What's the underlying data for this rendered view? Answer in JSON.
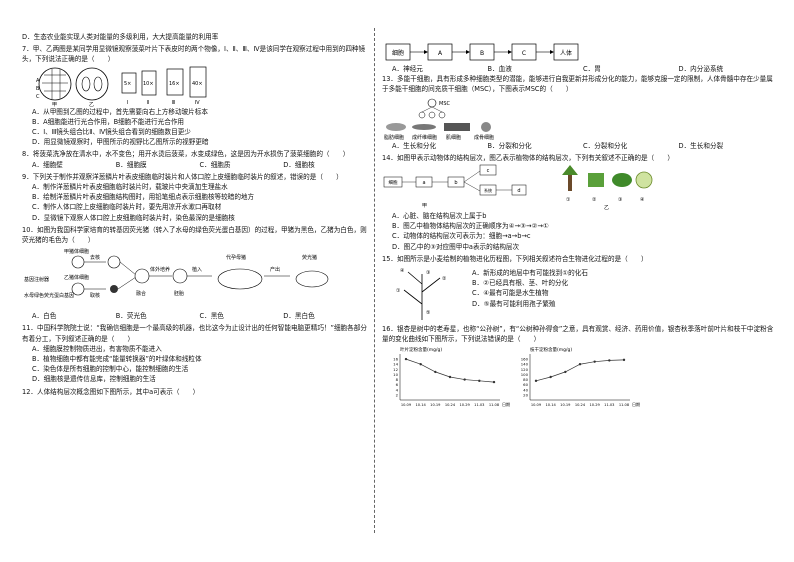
{
  "left": {
    "q6d": "D．生态农业能实现人类对能量的多级利用，大大提高能量的利用率",
    "q7": {
      "stem": "7．甲、乙两图是某同学用显微镜观察菠菜叶片下表皮时的两个物像，Ⅰ、Ⅱ、Ⅲ、Ⅳ是该同学在观察过程中用到的四种镜头，下列说法正确的是（　　）",
      "fig_labels": {
        "jia": "甲",
        "yi": "乙",
        "A": "A",
        "B": "B",
        "C": "C",
        "l1": "5×",
        "l2": "10×",
        "l3": "16×",
        "l4": "40×",
        "r1": "Ⅰ",
        "r2": "Ⅱ",
        "r3": "Ⅲ",
        "r4": "Ⅳ"
      },
      "options": [
        "A．从甲图到乙图的过程中，首先需要向右上方移动玻片标本",
        "B．A细胞能进行光合作用，B细胞不能进行光合作用",
        "C．Ⅰ、Ⅲ镜头组合比Ⅱ、Ⅳ镜头组合看到的细胞数目更少",
        "D．用显微镜观察时，甲图所示的视野比乙图所示的视野更暗"
      ]
    },
    "q8": {
      "stem": "8．将菠菜洗净放在清水中，水不变色；用开水烫后菠菜，水变成绿色，这是因为开水损伤了菠菜细胞的（　　）",
      "options": [
        "A．细胞壁",
        "B．细胞膜",
        "C．细胞质",
        "D．细胞核"
      ]
    },
    "q9": {
      "stem": "9．下列关于制作并观察洋葱鳞片叶表皮细胞临时装片和人体口腔上皮细胞临时装片的叙述，错误的是（　　）",
      "options": [
        "A．制作洋葱鳞片叶表皮细胞临时装片时，载玻片中央滴加生理盐水",
        "B．绘制洋葱鳞片叶表皮细胞结构图时，用铅笔细点表示细胞核等较暗的地方",
        "C．制作人体口腔上皮细胞临时装片时，要先用凉开水漱口再取材",
        "D．显微镜下观察人体口腔上皮细胞临时装片时，染色最深的是细胞核"
      ]
    },
    "q10": {
      "stem": "10．如图为我国科学家培育的转基因荧光猪（转入了水母的绿色荧光蛋白基因）的过程，甲猪为黑色，乙猪为白色，则荧光猪的毛色为（　　）",
      "fig_labels": {
        "a": "甲猪体细胞",
        "b": "乙猪体细胞",
        "c": "基因注射器",
        "d": "水母绿色荧光蛋白基因",
        "e": "去核",
        "f": "取核",
        "g": "融合",
        "h": "体外培养",
        "i": "植入",
        "j": "胚胎",
        "k": "代孕母猪",
        "l": "产出",
        "m": "荧光猪"
      },
      "options": [
        "A．白色",
        "B．荧光色",
        "C．黑色",
        "D．黑白色"
      ]
    },
    "q11": {
      "stem": "11．中国科学院院士说：“我确信细胞是一个最高级的机器，也比这今为止设计出的任何智能电脑更精巧！”细胞各部分有着分工，下列叙述正确的是（　　）",
      "options": [
        "A．细胞膜控制物质进出，有害物质不能进入",
        "B．植物细胞中都有能完成“能量转换器”的叶绿体和线粒体",
        "C．染色体是所有细胞的控制中心，能控制细胞的生活",
        "D．细胞核是遗传信息库，控制细胞的生活"
      ]
    },
    "q12": {
      "stem": "12．人体结构层次概念图如下图所示，其中a可表示（　　）"
    }
  },
  "right": {
    "q12_fig": {
      "b1": "细胞",
      "b2": "A",
      "b3": "B",
      "b4": "C",
      "b5": "人体"
    },
    "q12_options": [
      "A．神经元",
      "B．血液",
      "C．胃",
      "D．内分泌系统"
    ],
    "q13": {
      "stem": "13．多能干细胞，具有形成多种细胞类型的潜能，能够进行自我更新并形成分化的能力，能够克服一定的限制，人体骨髓中存在少量属于多能干细胞的间充质干细胞（MSC），下图表示MSC的（　　）",
      "fig_labels": {
        "msc": "MSC",
        "c1": "脂肪细胞",
        "c2": "成纤维细胞",
        "c3": "肌细胞",
        "c4": "成骨细胞"
      },
      "options": [
        "A．生长和分化",
        "B．分裂和分化",
        "C．分裂和分化",
        "D．生长和分裂"
      ]
    },
    "q14": {
      "stem": "14．如图甲表示动物体的结构层次，图乙表示植物体的结构层次，下列有关叙述不正确的是（　　）",
      "fig_labels": {
        "cell": "细胞",
        "a": "a",
        "b": "b",
        "c": "c",
        "sys": "系统",
        "d": "d",
        "jia": "甲",
        "yi": "乙",
        "n1": "①",
        "n2": "②",
        "n3": "③",
        "n4": "④"
      },
      "options": [
        "A．心脏、脑在结构层次上属于b",
        "B．图乙中植物体结构层次的正确顺序为④→③→②→①",
        "C．动物体的结构层次可表示为：细胞→a→b→c",
        "D．图乙中的③对应图甲中a表示的结构层次"
      ]
    },
    "q15": {
      "stem": "15．如图所示是小麦绘制的植物进化历程图，下列相关叙述符合生物进化过程的是（　　）",
      "fig_labels": {
        "n1": "①",
        "n2": "②",
        "n3": "③",
        "n4": "④",
        "n5": "⑤"
      },
      "options": [
        "A．新形成的地层中有可能找到①的化石",
        "B．②已经具有根、茎、叶的分化",
        "C．④最有可能是水生植物",
        "D．⑤最有可能利用孢子繁殖"
      ]
    },
    "q16": {
      "stem": "16．银杏是树中的老寿星，也称“公孙树”，有“公树种孙得食”之意，具有观赏、经济、药用价值，银杏秋季落叶前叶片和枝干中淀粉含量的变化曲线如下图所示，下列说法错误的是（　　）",
      "chart1_title": "叶片淀粉含量(mg/g)",
      "chart2_title": "枝干淀粉含量(mg/g)",
      "xlabel": "日期"
    }
  },
  "chart_data": [
    {
      "type": "line",
      "title": "叶片淀粉含量(mg/g)",
      "xlabel": "日期",
      "ylabel": "",
      "x": [
        "10.09",
        "10.14",
        "10.19",
        "10.24",
        "10.29",
        "11.03",
        "11.08"
      ],
      "values": [
        16,
        14,
        11,
        9,
        8,
        7.5,
        7
      ],
      "yticks": [
        2,
        4,
        6,
        8,
        10,
        12,
        14,
        16
      ],
      "ylim": [
        0,
        18
      ]
    },
    {
      "type": "line",
      "title": "枝干淀粉含量(mg/g)",
      "xlabel": "日期",
      "ylabel": "",
      "x": [
        "10.09",
        "10.14",
        "10.19",
        "10.24",
        "10.29",
        "11.03",
        "11.08"
      ],
      "values": [
        75,
        90,
        110,
        140,
        150,
        155,
        157
      ],
      "yticks": [
        20,
        40,
        60,
        80,
        100,
        120,
        140,
        160
      ],
      "ylim": [
        0,
        180
      ]
    }
  ]
}
